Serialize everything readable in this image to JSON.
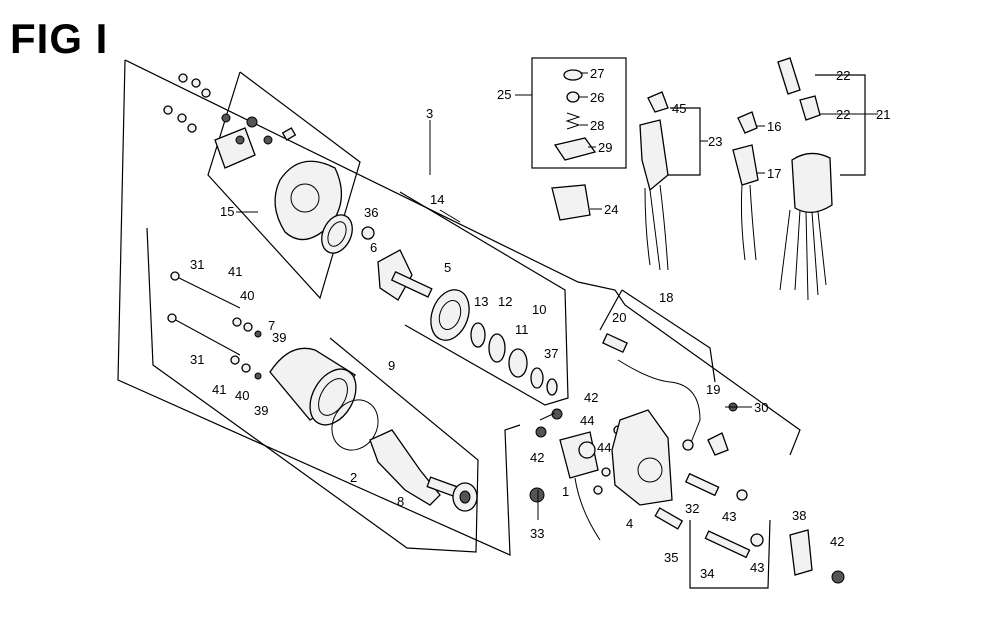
{
  "figure": {
    "title": "FIG I"
  },
  "callouts": {
    "c1": "1",
    "c2": "2",
    "c3": "3",
    "c4": "4",
    "c5": "5",
    "c6": "6",
    "c7": "7",
    "c8": "8",
    "c9": "9",
    "c10": "10",
    "c11": "11",
    "c12": "12",
    "c13": "13",
    "c14": "14",
    "c15": "15",
    "c16": "16",
    "c17": "17",
    "c18": "18",
    "c19": "19",
    "c20": "20",
    "c21": "21",
    "c22": "22",
    "c23": "23",
    "c24": "24",
    "c25": "25",
    "c26": "26",
    "c27": "27",
    "c28": "28",
    "c29": "29",
    "c30": "30",
    "c31": "31",
    "c32": "32",
    "c33": "33",
    "c34": "34",
    "c35": "35",
    "c36": "36",
    "c37": "37",
    "c38": "38",
    "c39": "39",
    "c40": "40",
    "c41": "41",
    "c42": "42",
    "c43": "43",
    "c44": "44",
    "c45": "45"
  }
}
